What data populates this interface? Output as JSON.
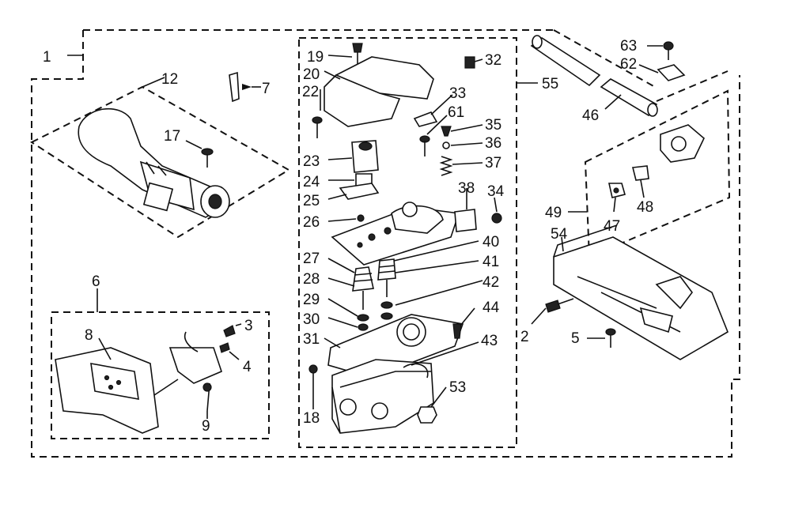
{
  "diagram": {
    "labels": {
      "l1": "1",
      "l2": "2",
      "l3": "3",
      "l4": "4",
      "l5": "5",
      "l6": "6",
      "l7": "7",
      "l8": "8",
      "l9": "9",
      "l12": "12",
      "l17": "17",
      "l18": "18",
      "l19": "19",
      "l20": "20",
      "l22": "22",
      "l23": "23",
      "l24": "24",
      "l25": "25",
      "l26": "26",
      "l27": "27",
      "l28": "28",
      "l29": "29",
      "l30": "30",
      "l31": "31",
      "l32": "32",
      "l33": "33",
      "l34": "34",
      "l35": "35",
      "l36": "36",
      "l37": "37",
      "l38": "38",
      "l40": "40",
      "l41": "41",
      "l42": "42",
      "l43": "43",
      "l44": "44",
      "l46": "46",
      "l47": "47",
      "l48": "48",
      "l49": "49",
      "l53": "53",
      "l54": "54",
      "l55": "55",
      "l61": "61",
      "l62": "62",
      "l63": "63"
    }
  }
}
